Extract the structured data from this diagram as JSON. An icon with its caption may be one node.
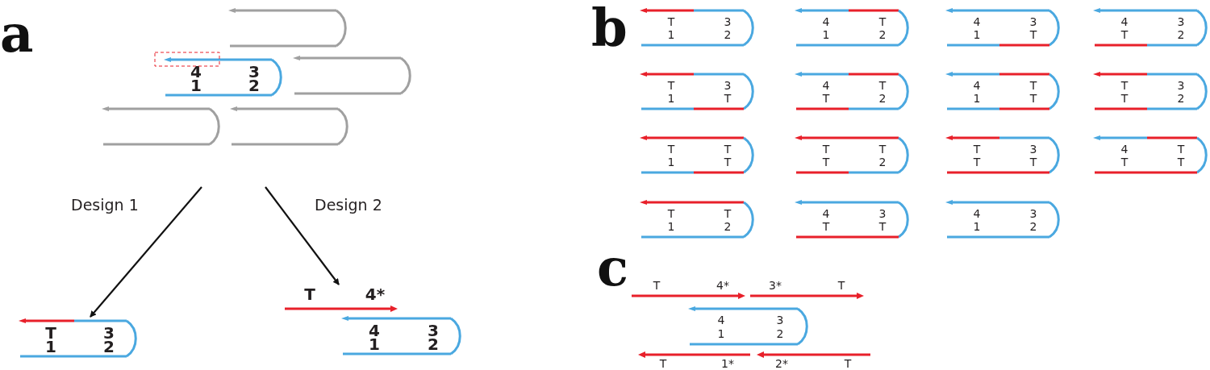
{
  "diagram": {
    "nodes": [
      {
        "text": [],
        "shape": "hairpin"
      },
      {
        "text": [],
        "shape": "hairpin"
      },
      {
        "text": [
          "4",
          "3",
          "1",
          "2"
        ]
      },
      {
        "text": [],
        "shape": "hairpin"
      },
      {
        "text": [],
        "shape": "hairpin"
      },
      {
        "text": [
          "T",
          "3",
          "1",
          "2"
        ]
      },
      {
        "text": [
          "T",
          "4*"
        ]
      },
      {
        "text": [
          "4",
          "3",
          "1",
          "2"
        ]
      },
      {
        "text": [
          "T",
          "3",
          "1",
          "2"
        ]
      },
      {
        "text": [
          "4",
          "T",
          "1",
          "2"
        ]
      },
      {
        "text": [
          "4",
          "3",
          "1",
          "T"
        ]
      },
      {
        "text": [
          "4",
          "3",
          "T",
          "2"
        ]
      },
      {
        "text": [
          "T",
          "3",
          "1",
          "T"
        ]
      },
      {
        "text": [
          "4",
          "T",
          "T",
          "2"
        ]
      },
      {
        "text": [
          "4",
          "T",
          "1",
          "T"
        ]
      },
      {
        "text": [
          "T",
          "3",
          "T",
          "2"
        ]
      },
      {
        "text": [
          "T",
          "T",
          "1",
          "T"
        ]
      },
      {
        "text": [
          "T",
          "T",
          "T",
          "2"
        ]
      },
      {
        "text": [
          "T",
          "3",
          "T",
          "T"
        ]
      },
      {
        "text": [
          "4",
          "T",
          "T",
          "T"
        ]
      },
      {
        "text": [
          "T",
          "T",
          "1",
          "2"
        ]
      },
      {
        "text": [
          "4",
          "3",
          "T",
          "T"
        ]
      },
      {
        "text": [
          "4",
          "3",
          "1",
          "2"
        ]
      },
      {
        "text": [
          "T",
          "4*"
        ]
      },
      {
        "text": [
          "3*",
          "T"
        ]
      },
      {
        "text": [
          "4",
          "3",
          "1",
          "2"
        ]
      },
      {
        "text": [
          "T",
          "1*"
        ]
      },
      {
        "text": [
          "2*",
          "T"
        ]
      }
    ],
    "edges": [
      {
        "from": null,
        "to": 5,
        "arrow": "to",
        "label": "Design 1"
      },
      {
        "from": null,
        "to": 6,
        "arrow": "to",
        "label": "Design 2"
      }
    ],
    "labels": [
      "a",
      "b",
      "c"
    ]
  }
}
